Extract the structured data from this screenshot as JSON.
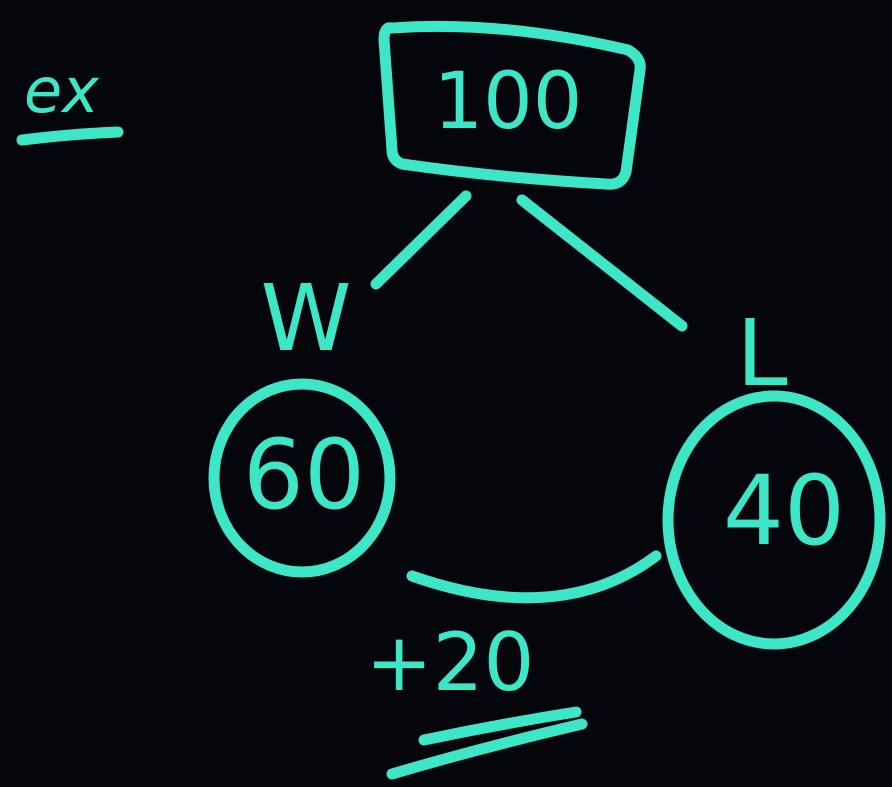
{
  "example_label": "ex",
  "root": {
    "value": "100"
  },
  "branches": [
    {
      "label": "W",
      "value": "60"
    },
    {
      "label": "L",
      "value": "40"
    }
  ],
  "result": "+20",
  "colors": {
    "ink": "#3ee6c8",
    "background": "#05060b"
  }
}
